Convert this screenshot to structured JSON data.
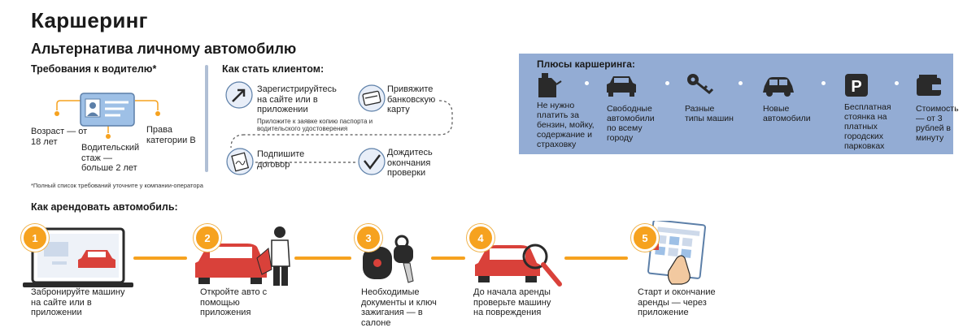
{
  "logo": "Каршеринг",
  "subtitle": "Альтернатива личному автомобилю",
  "requirements": {
    "title": "Требования к водителю*",
    "items": [
      "Возраст — от 18 лет",
      "Водительский стаж — больше 2 лет",
      "Права категории В"
    ],
    "footnote": "*Полный список требований уточните у компании-оператора"
  },
  "become_client": {
    "title": "Как стать клиентом:",
    "steps": [
      "Зарегистрируйтесь на сайте или в приложении",
      "Привяжите банковскую карту",
      "Подпишите договор",
      "Дождитесь окончания проверки"
    ],
    "note": "Приложите к заявке копию паспорта и водительского удостоверения"
  },
  "advantages": {
    "title": "Плюсы каршеринга:",
    "items": [
      {
        "icon": "fuel-can-icon",
        "text": "Не нужно платить за бензин, мойку, содержание и страховку"
      },
      {
        "icon": "car-front-icon",
        "text": "Свободные автомобили по всему городу"
      },
      {
        "icon": "keys-icon",
        "text": "Разные типы машин"
      },
      {
        "icon": "new-car-icon",
        "text": "Новые автомобили"
      },
      {
        "icon": "parking-icon",
        "text": "Бесплатная стоянка на платных городских парковках"
      },
      {
        "icon": "wallet-icon",
        "text": "Стоимость — от 3 рублей в минуту"
      }
    ]
  },
  "rent": {
    "title": "Как арендовать автомобиль:",
    "steps": [
      {
        "num": "1",
        "icon": "laptop-car-icon",
        "text": "Забронируйте машину на сайте или в приложении"
      },
      {
        "num": "2",
        "icon": "open-car-icon",
        "text": "Откройте авто с помощью приложения"
      },
      {
        "num": "3",
        "icon": "car-key-icon",
        "text": "Необходимые документы и ключ зажигания — в салоне"
      },
      {
        "num": "4",
        "icon": "inspect-car-icon",
        "text": "До начала аренды проверьте машину на повреждения"
      },
      {
        "num": "5",
        "icon": "tablet-app-icon",
        "text": "Старт и окончание аренды — через приложение"
      }
    ]
  },
  "colors": {
    "accent": "#f6a21f",
    "panel": "#93acd4",
    "car": "#d9413a",
    "line": "#b0bfd5"
  }
}
